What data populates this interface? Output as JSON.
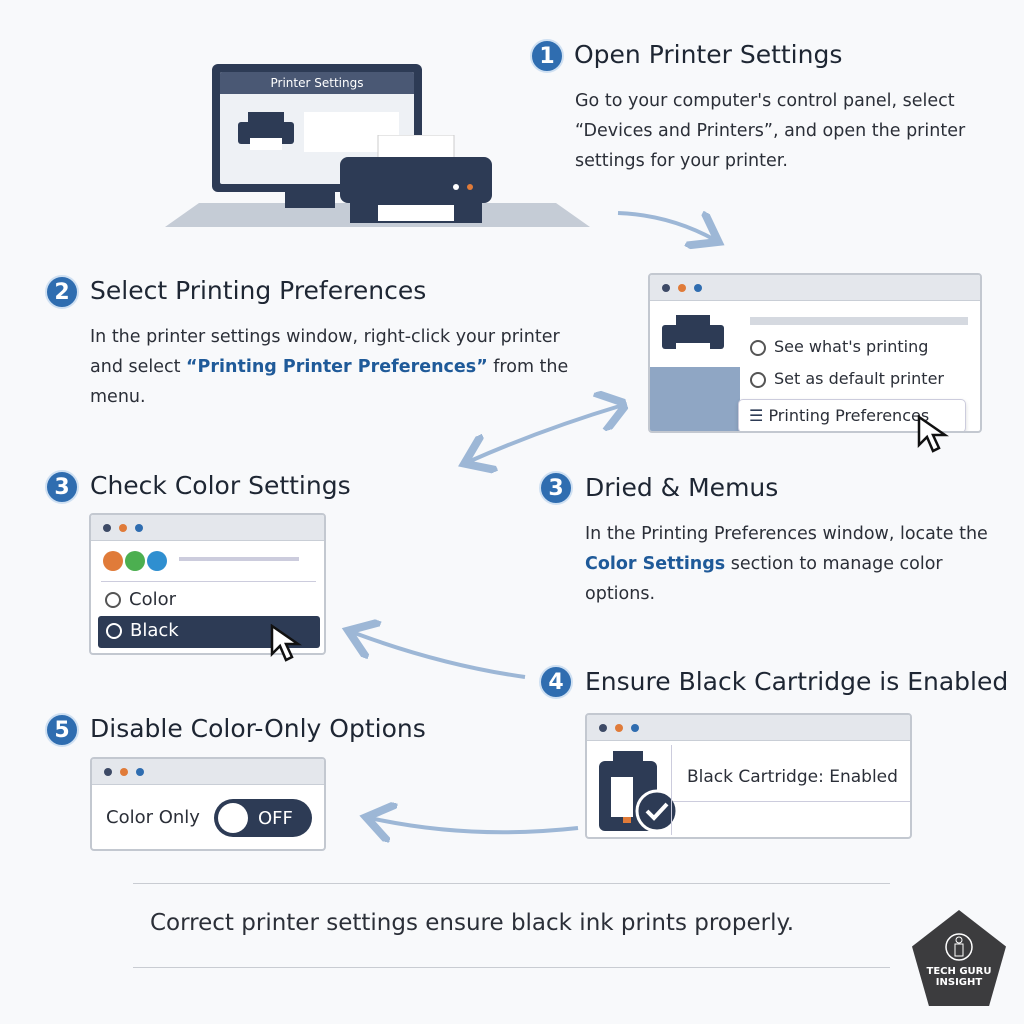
{
  "illustration": {
    "screen_title": "Printer Settings"
  },
  "steps": [
    {
      "num": "1",
      "title": "Open Printer Settings",
      "body": [
        "Go to your computer's control panel, select",
        "“Devices and Printers”, and open the printer",
        "settings for your printer."
      ]
    },
    {
      "num": "2",
      "title": "Select Printing Preferences",
      "body_pre": "In the printer settings window, right-click your printer and select ",
      "body_hl": "“Printing Printer Preferences”",
      "body_post": " from the menu."
    },
    {
      "num": "3",
      "title": "Check Color Settings"
    },
    {
      "num": "3",
      "title": "Dried & Memus",
      "body_pre": "In the Printing Preferences window, locate the ",
      "body_hl": "Color Settings",
      "body_post": " section to manage color options."
    },
    {
      "num": "4",
      "title": "Ensure Black Cartridge is Enabled"
    },
    {
      "num": "5",
      "title": "Disable Color-Only Options"
    }
  ],
  "menu_window": {
    "items": [
      "See what's printing",
      "Set as default printer",
      "Printing Preferences"
    ]
  },
  "color_window": {
    "options": [
      "Color",
      "Black"
    ],
    "selected": "Black"
  },
  "cartridge_window": {
    "status": "Black Cartridge: Enabled"
  },
  "toggle_window": {
    "label": "Color Only",
    "state": "OFF"
  },
  "footer": {
    "text": "Correct printer settings ensure black ink prints properly."
  },
  "logo": {
    "text": "TECH GURU INSIGHT"
  },
  "colors": {
    "accent": "#2f6db0",
    "navy": "#2d3b55",
    "arrow": "#9db7d6"
  }
}
